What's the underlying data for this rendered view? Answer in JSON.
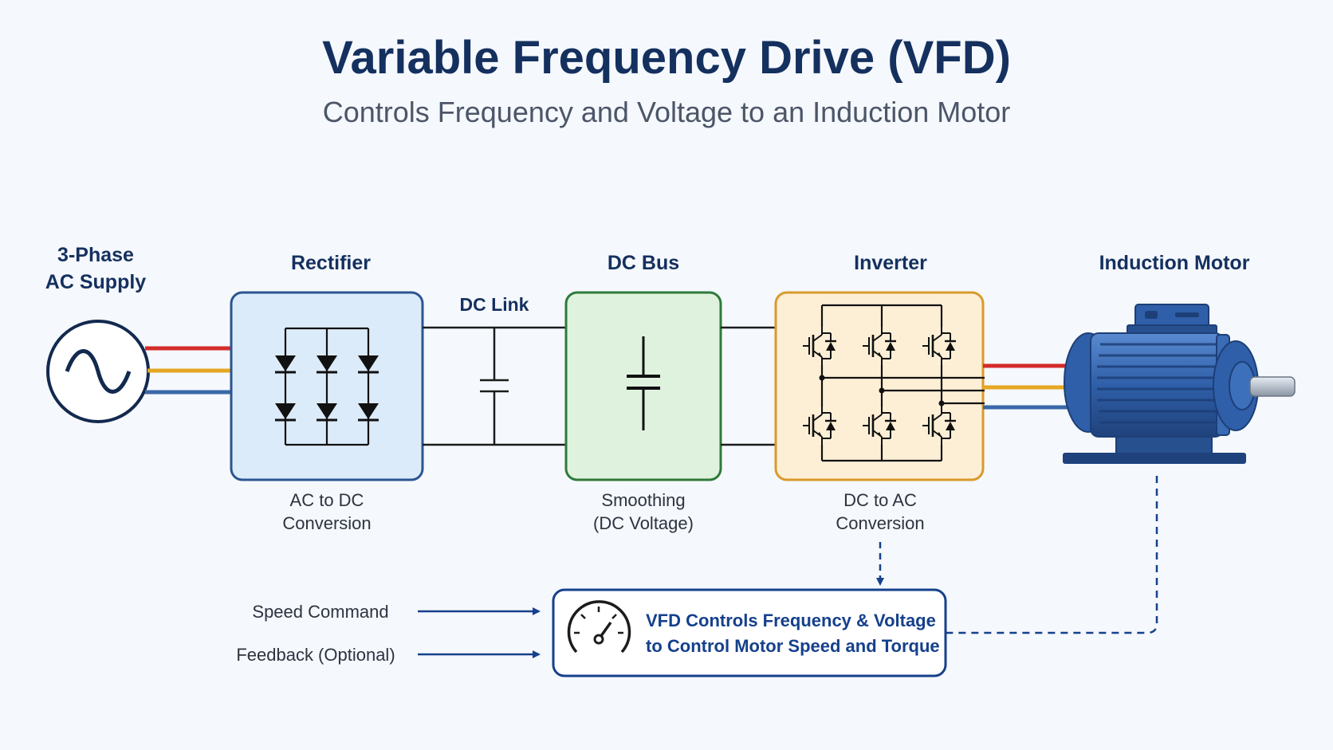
{
  "title": "Variable Frequency Drive (VFD)",
  "subtitle": "Controls Frequency and Voltage to an Induction Motor",
  "supply": {
    "label_line1": "3-Phase",
    "label_line2": "AC Supply"
  },
  "rectifier": {
    "label": "Rectifier",
    "caption_line1": "AC to DC",
    "caption_line2": "Conversion"
  },
  "dc_link": {
    "label": "DC Link"
  },
  "dc_bus": {
    "label": "DC Bus",
    "caption_line1": "Smoothing",
    "caption_line2": "(DC Voltage)"
  },
  "inverter": {
    "label": "Inverter",
    "caption_line1": "DC to AC",
    "caption_line2": "Conversion"
  },
  "motor": {
    "label": "Induction Motor"
  },
  "control": {
    "input1": "Speed Command",
    "input2": "Feedback (Optional)",
    "line1": "VFD Controls Frequency & Voltage",
    "line2": "to Control Motor Speed and Torque"
  },
  "colors": {
    "phase_a": "#d42b2b",
    "phase_b": "#e5a823",
    "phase_c": "#3a68a8",
    "rectifier_fill": "#dcebf9",
    "dc_bus_fill": "#dff2de",
    "inverter_fill": "#fdefd6",
    "motor_blue": "#2f5fa8"
  }
}
